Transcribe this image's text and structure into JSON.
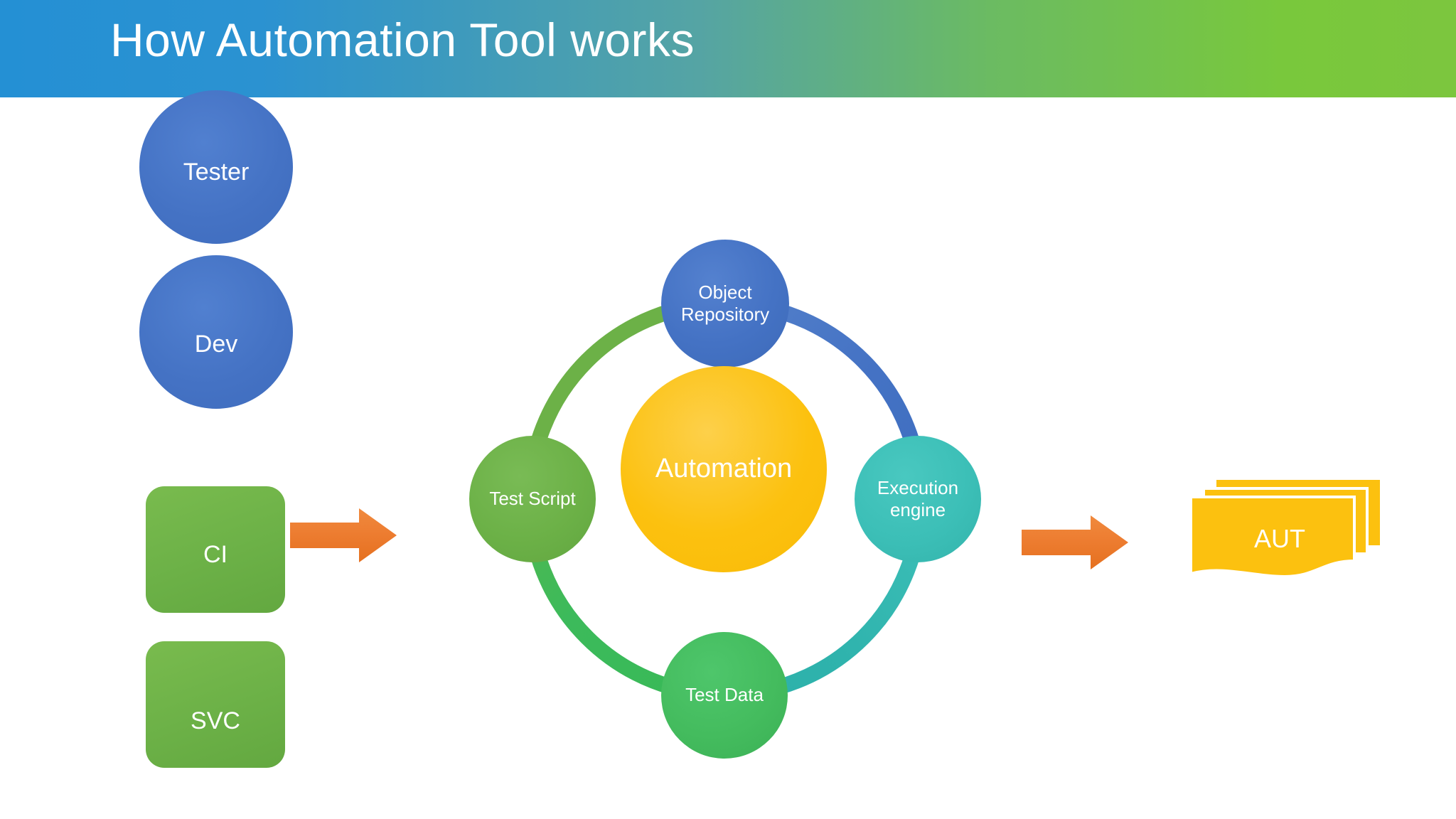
{
  "header": {
    "title": "How Automation Tool works",
    "gradient_start": "#2490d4",
    "gradient_end": "#7cc63e"
  },
  "inputs": {
    "label": "inputs-column",
    "nodes": [
      {
        "id": "tester",
        "label": "Tester",
        "shape": "circle",
        "color": "#4472c4"
      },
      {
        "id": "dev",
        "label": "Dev",
        "shape": "circle",
        "color": "#4472c4"
      },
      {
        "id": "ci",
        "label": "CI",
        "shape": "rounded-rect",
        "color": "#6cb147"
      },
      {
        "id": "svc",
        "label": "SVC",
        "shape": "rounded-rect",
        "color": "#6cb147"
      }
    ]
  },
  "arrows": [
    {
      "id": "arrow-inputs-to-cycle",
      "direction": "right",
      "color": "#ed7d31"
    },
    {
      "id": "arrow-cycle-to-aut",
      "direction": "right",
      "color": "#ed7d31"
    }
  ],
  "cycle": {
    "center": {
      "id": "automation",
      "label": "Automation",
      "color": "#fcc10f"
    },
    "nodes": [
      {
        "id": "object-repository",
        "label": "Object\nRepository",
        "position": "top",
        "color": "#4472c4"
      },
      {
        "id": "execution-engine",
        "label": "Execution\nengine",
        "position": "right",
        "color": "#3cbfb7"
      },
      {
        "id": "test-data",
        "label": "Test Data",
        "position": "bottom",
        "color": "#44bc5e"
      },
      {
        "id": "test-script",
        "label": "Test Script",
        "position": "left",
        "color": "#6cb147"
      }
    ],
    "ring": {
      "arc_top_left_color": "#6cb147",
      "arc_top_right_color": "#4472c4",
      "arc_bottom_right_color": "#2fb3ad",
      "arc_bottom_left_color": "#38b957",
      "stroke_width": 22
    }
  },
  "output": {
    "id": "aut",
    "label": "AUT",
    "shape": "document-stack",
    "sheets": 3,
    "color": "#fcc10f"
  }
}
